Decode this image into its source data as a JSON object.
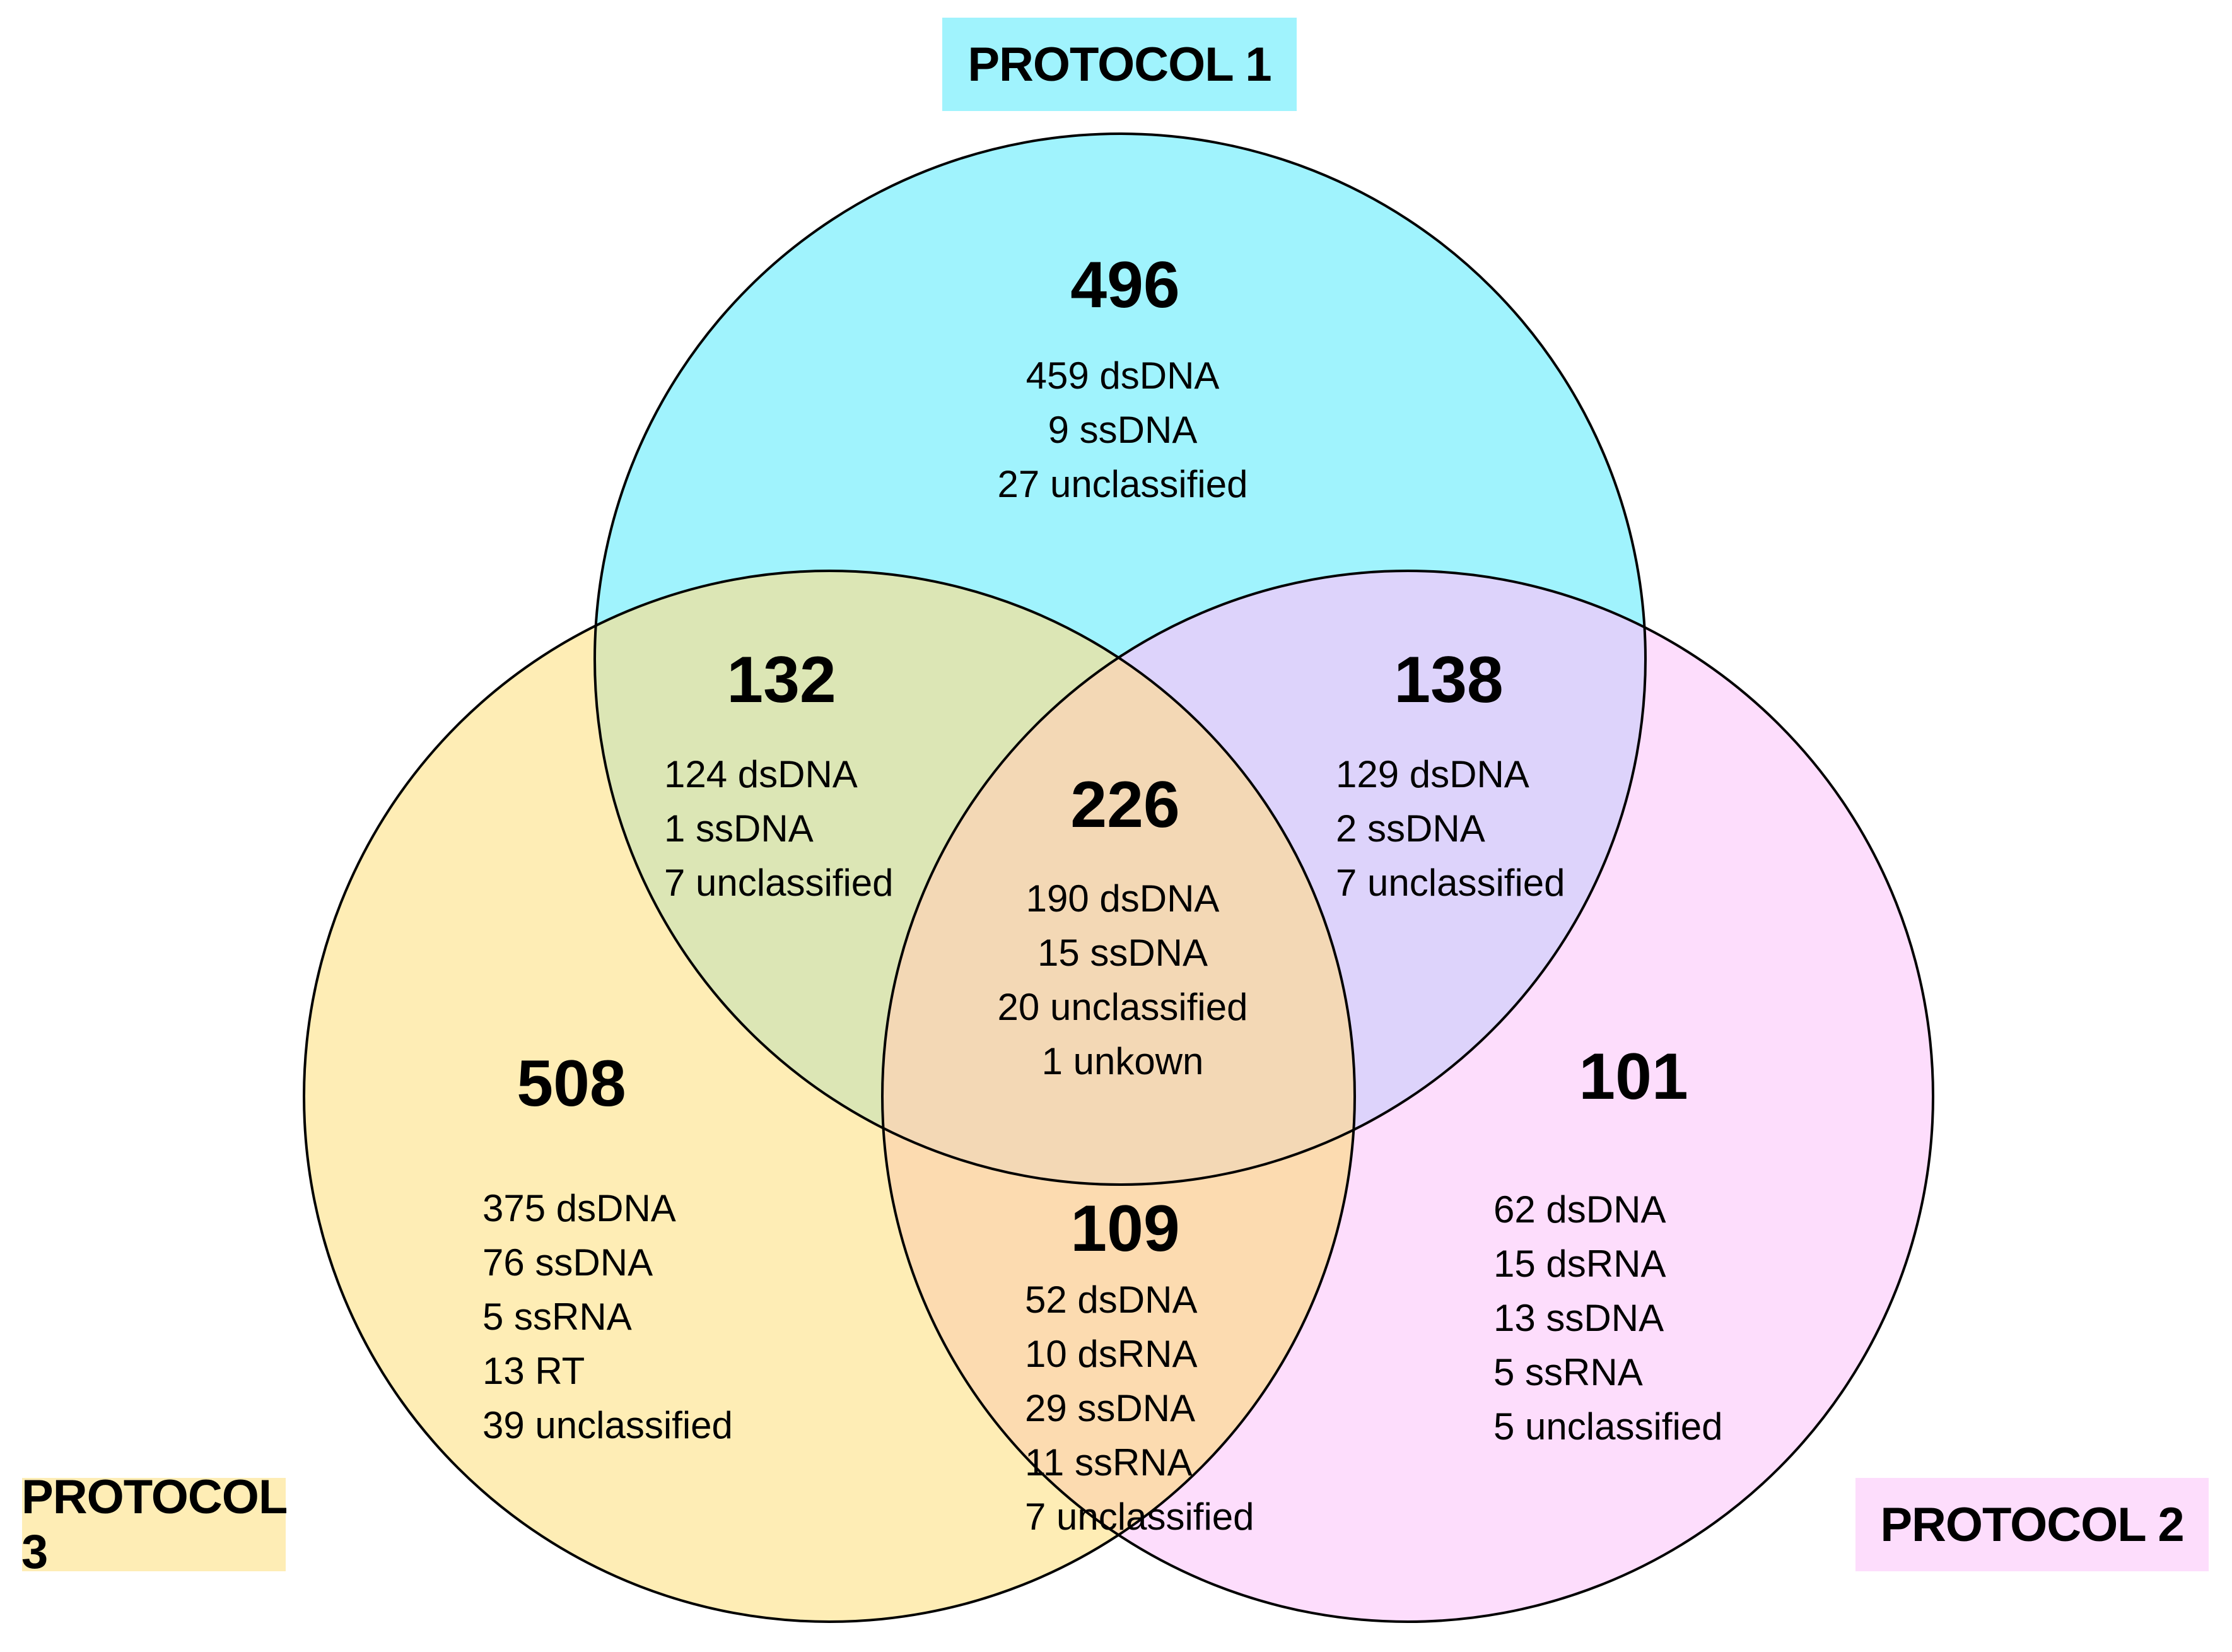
{
  "labels": {
    "protocol1": "PROTOCOL 1",
    "protocol2": "PROTOCOL 2",
    "protocol3": "PROTOCOL 3"
  },
  "colors": {
    "protocol1": "#A0F3FD",
    "protocol2": "#FDDDFC",
    "protocol3": "#FEEDB5",
    "p1_p3": "#DCE6B5",
    "p1_p2": "#DDD3FB",
    "p2_p3": "#FCDBB0",
    "all": "#F3D8B5"
  },
  "regions": {
    "p1_only": {
      "total": "496",
      "lines": [
        "459 dsDNA",
        "9 ssDNA",
        "27 unclassified"
      ]
    },
    "p1_p3": {
      "total": "132",
      "lines": [
        "124 dsDNA",
        "1 ssDNA",
        "7 unclassified"
      ]
    },
    "p1_p2": {
      "total": "138",
      "lines": [
        "129 dsDNA",
        "2 ssDNA",
        "7 unclassified"
      ]
    },
    "all": {
      "total": "226",
      "lines": [
        "190 dsDNA",
        "15 ssDNA",
        "20 unclassified",
        "1 unkown"
      ]
    },
    "p3_only": {
      "total": "508",
      "lines": [
        "375 dsDNA",
        "76 ssDNA",
        "5 ssRNA",
        "13 RT",
        "39 unclassified"
      ]
    },
    "p2_p3": {
      "total": "109",
      "lines": [
        "52 dsDNA",
        "10 dsRNA",
        "29 ssDNA",
        "11 ssRNA",
        "7 unclassified"
      ]
    },
    "p2_only": {
      "total": "101",
      "lines": [
        "62 dsDNA",
        "15 dsRNA",
        "13 ssDNA",
        "5 ssRNA",
        "5 unclassified"
      ]
    }
  },
  "chart_data": {
    "type": "venn",
    "sets": [
      "PROTOCOL 1",
      "PROTOCOL 2",
      "PROTOCOL 3"
    ],
    "areas": [
      {
        "sets": [
          "PROTOCOL 1"
        ],
        "size": 496,
        "breakdown": {
          "dsDNA": 459,
          "ssDNA": 9,
          "unclassified": 27
        }
      },
      {
        "sets": [
          "PROTOCOL 2"
        ],
        "size": 101,
        "breakdown": {
          "dsDNA": 62,
          "dsRNA": 15,
          "ssDNA": 13,
          "ssRNA": 5,
          "unclassified": 5
        }
      },
      {
        "sets": [
          "PROTOCOL 3"
        ],
        "size": 508,
        "breakdown": {
          "dsDNA": 375,
          "ssDNA": 76,
          "ssRNA": 5,
          "RT": 13,
          "unclassified": 39
        }
      },
      {
        "sets": [
          "PROTOCOL 1",
          "PROTOCOL 3"
        ],
        "size": 132,
        "breakdown": {
          "dsDNA": 124,
          "ssDNA": 1,
          "unclassified": 7
        }
      },
      {
        "sets": [
          "PROTOCOL 1",
          "PROTOCOL 2"
        ],
        "size": 138,
        "breakdown": {
          "dsDNA": 129,
          "ssDNA": 2,
          "unclassified": 7
        }
      },
      {
        "sets": [
          "PROTOCOL 2",
          "PROTOCOL 3"
        ],
        "size": 109,
        "breakdown": {
          "dsDNA": 52,
          "dsRNA": 10,
          "ssDNA": 29,
          "ssRNA": 11,
          "unclassified": 7
        }
      },
      {
        "sets": [
          "PROTOCOL 1",
          "PROTOCOL 2",
          "PROTOCOL 3"
        ],
        "size": 226,
        "breakdown": {
          "dsDNA": 190,
          "ssDNA": 15,
          "unclassified": 20,
          "unkown": 1
        }
      }
    ]
  }
}
